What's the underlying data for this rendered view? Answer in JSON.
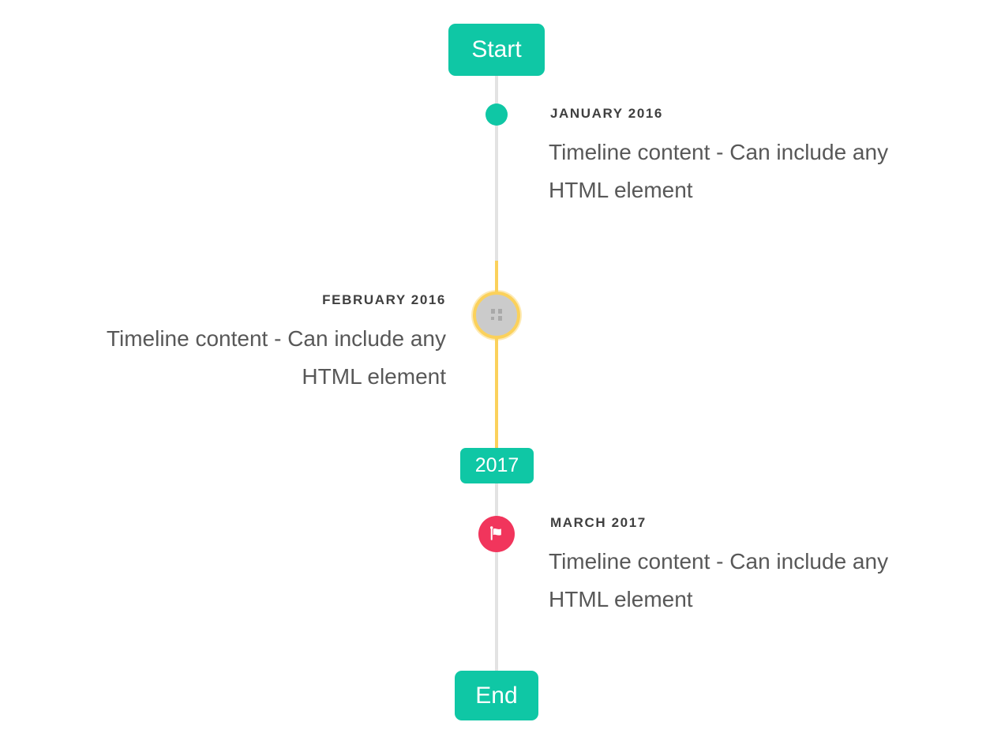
{
  "colors": {
    "accent_teal": "#0fc7a5",
    "highlight_yellow": "#fbd15b",
    "flag_red": "#f1355c",
    "line_gray": "#e3e3e3",
    "disc_gray": "#cbcbcb",
    "title_text": "#3f3f3f",
    "content_text": "#585858",
    "badge_text": "#ffffff"
  },
  "timeline": {
    "start_badge_label": "Start",
    "year_badge_label": "2017",
    "end_badge_label": "End",
    "entries": [
      {
        "title": "JANUARY 2016",
        "content_lines": [
          "Timeline content - Can include any",
          "HTML element"
        ],
        "side": "right",
        "marker_icon": "teal-dot"
      },
      {
        "title": "FEBRUARY 2016",
        "content_lines": [
          "Timeline content - Can include any",
          "HTML element"
        ],
        "side": "left",
        "marker_icon": "broken-image-icon"
      },
      {
        "title": "MARCH 2017",
        "content_lines": [
          "Timeline content - Can include any",
          "HTML element"
        ],
        "side": "right",
        "marker_icon": "flag-icon"
      }
    ]
  }
}
